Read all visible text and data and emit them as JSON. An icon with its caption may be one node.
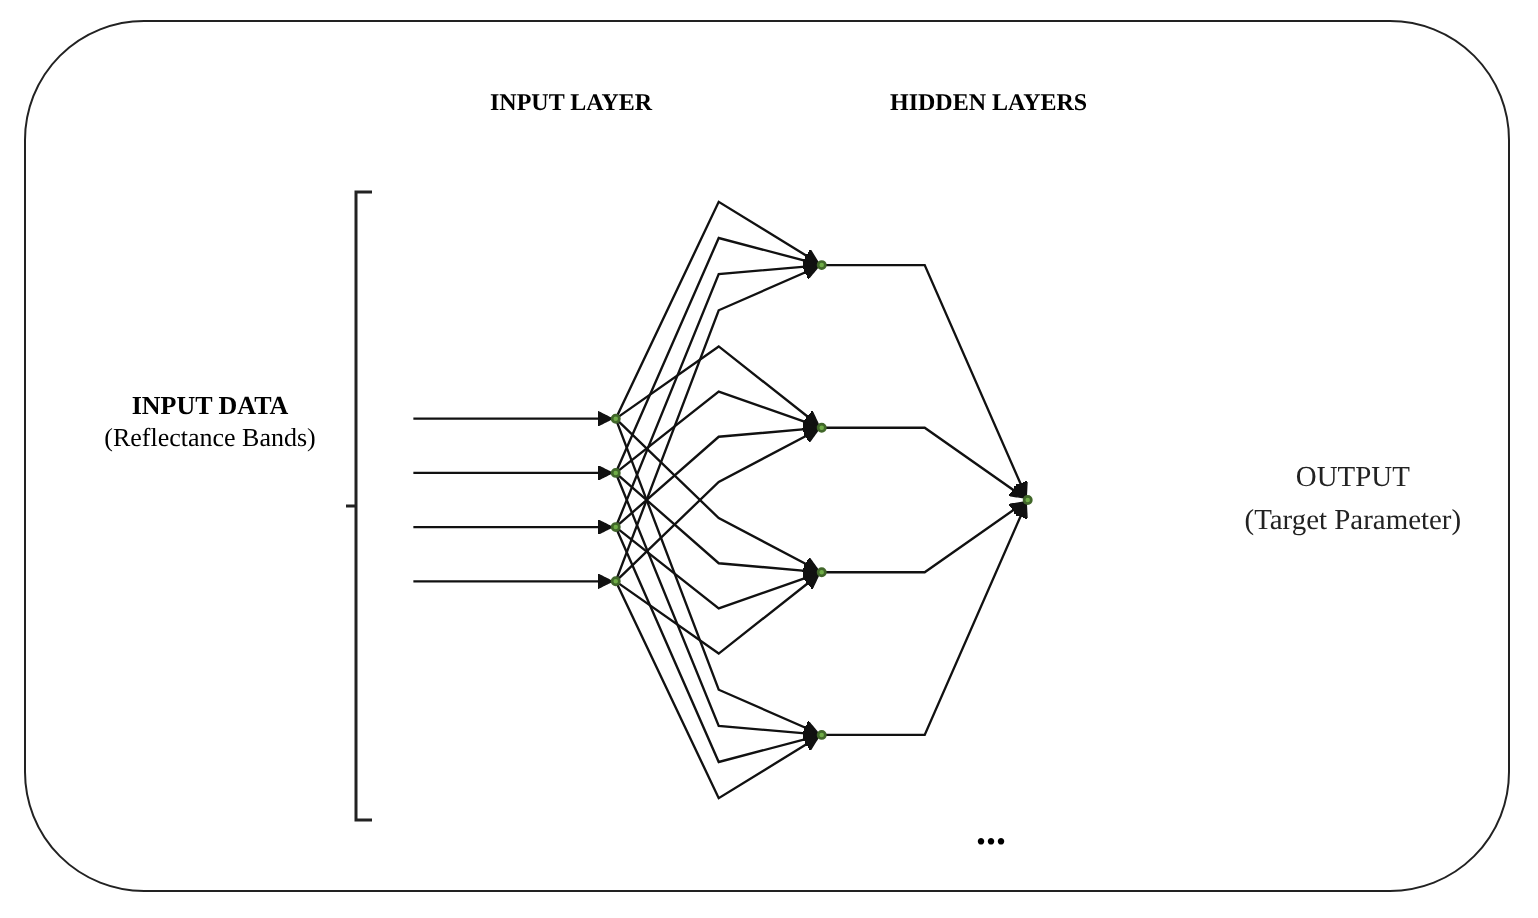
{
  "diagram": {
    "nodes": [
      {
        "text": [],
        "shape": "circle"
      },
      {
        "text": [],
        "shape": "circle"
      },
      {
        "text": [],
        "shape": "circle"
      },
      {
        "text": [],
        "shape": "circle"
      },
      {
        "text": [],
        "shape": "circle"
      },
      {
        "text": [],
        "shape": "circle"
      },
      {
        "text": [],
        "shape": "circle"
      },
      {
        "text": [],
        "shape": "circle"
      },
      {
        "text": [],
        "shape": "circle",
        "beside": [
          "OUTPUT",
          "(Target Parameter)"
        ]
      }
    ],
    "edges": [
      {
        "from": null,
        "to": 0,
        "arrow": "to"
      },
      {
        "from": null,
        "to": 1,
        "arrow": "to"
      },
      {
        "from": null,
        "to": 2,
        "arrow": "to"
      },
      {
        "from": null,
        "to": 3,
        "arrow": "to"
      },
      {
        "from": 0,
        "to": 4,
        "arrow": "to"
      },
      {
        "from": 0,
        "to": 5,
        "arrow": "to"
      },
      {
        "from": 0,
        "to": 6,
        "arrow": "to"
      },
      {
        "from": 0,
        "to": 7,
        "arrow": "to"
      },
      {
        "from": 1,
        "to": 4,
        "arrow": "to"
      },
      {
        "from": 1,
        "to": 5,
        "arrow": "to"
      },
      {
        "from": 1,
        "to": 6,
        "arrow": "to"
      },
      {
        "from": 1,
        "to": 7,
        "arrow": "to"
      },
      {
        "from": 2,
        "to": 4,
        "arrow": "to"
      },
      {
        "from": 2,
        "to": 5,
        "arrow": "to"
      },
      {
        "from": 2,
        "to": 6,
        "arrow": "to"
      },
      {
        "from": 2,
        "to": 7,
        "arrow": "to"
      },
      {
        "from": 3,
        "to": 4,
        "arrow": "to"
      },
      {
        "from": 3,
        "to": 5,
        "arrow": "to"
      },
      {
        "from": 3,
        "to": 6,
        "arrow": "to"
      },
      {
        "from": 3,
        "to": 7,
        "arrow": "to"
      },
      {
        "from": 4,
        "to": 8,
        "arrow": "to"
      },
      {
        "from": 5,
        "to": 8,
        "arrow": "to"
      },
      {
        "from": 6,
        "to": 8,
        "arrow": "to"
      },
      {
        "from": 7,
        "to": 8,
        "arrow": "to"
      }
    ],
    "labels": [
      "INPUT LAYER",
      "HIDDEN LAYERS",
      "INPUT DATA",
      "(Reflectance Bands)",
      "..."
    ]
  }
}
